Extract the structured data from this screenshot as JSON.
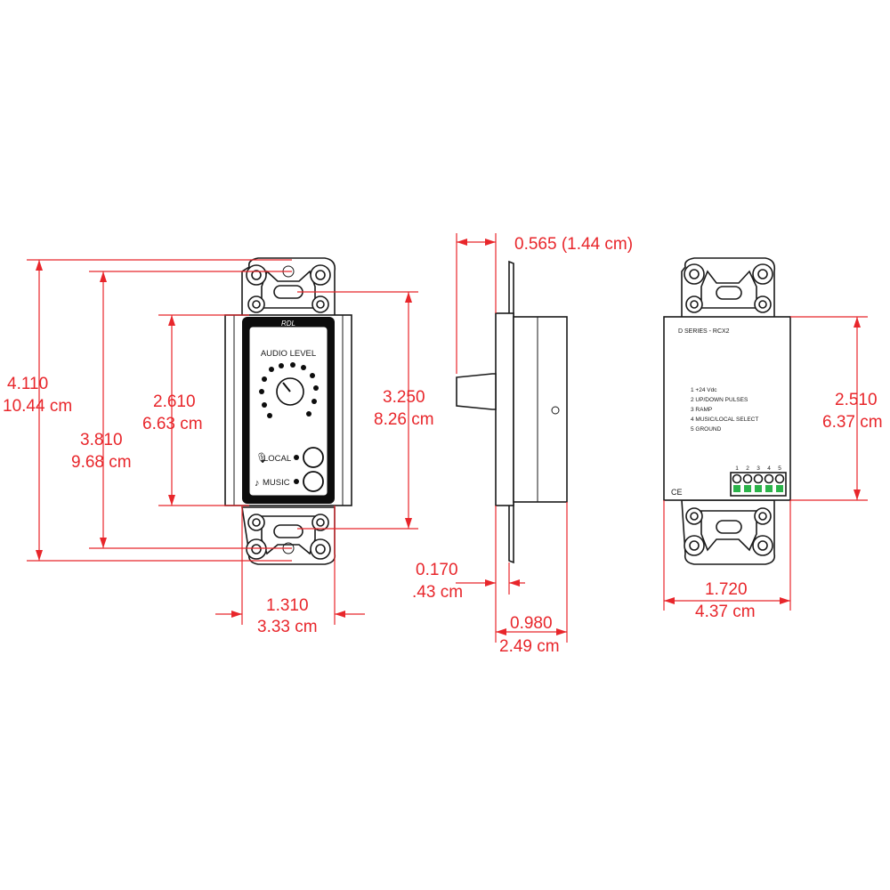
{
  "front": {
    "brand": "RDL",
    "title": "AUDIO LEVEL",
    "buttons": [
      "LOCAL",
      "MUSIC"
    ]
  },
  "back": {
    "series": "D SERIES - RCX2",
    "pins": [
      "1  +24 Vdc",
      "2  UP/DOWN PULSES",
      "3  RAMP",
      "4  MUSIC/LOCAL SELECT",
      "5  GROUND"
    ],
    "terminal_numbers": [
      "1",
      "2",
      "3",
      "4",
      "5"
    ],
    "ce_mark": "CE"
  },
  "dimensions": {
    "overall_height": [
      "4.110",
      "10.44 cm"
    ],
    "mount_height": [
      "3.810",
      "9.68 cm"
    ],
    "face_height": [
      "2.610",
      "6.63 cm"
    ],
    "box_height": [
      "3.250",
      "8.26 cm"
    ],
    "face_width": [
      "1.310",
      "3.33 cm"
    ],
    "knob_depth": "0.565 (1.44 cm)",
    "plate_thickness": [
      "0.170",
      ".43 cm"
    ],
    "box_depth": [
      "0.980",
      "2.49 cm"
    ],
    "back_height": [
      "2.510",
      "6.37 cm"
    ],
    "back_width": [
      "1.720",
      "4.37 cm"
    ]
  }
}
